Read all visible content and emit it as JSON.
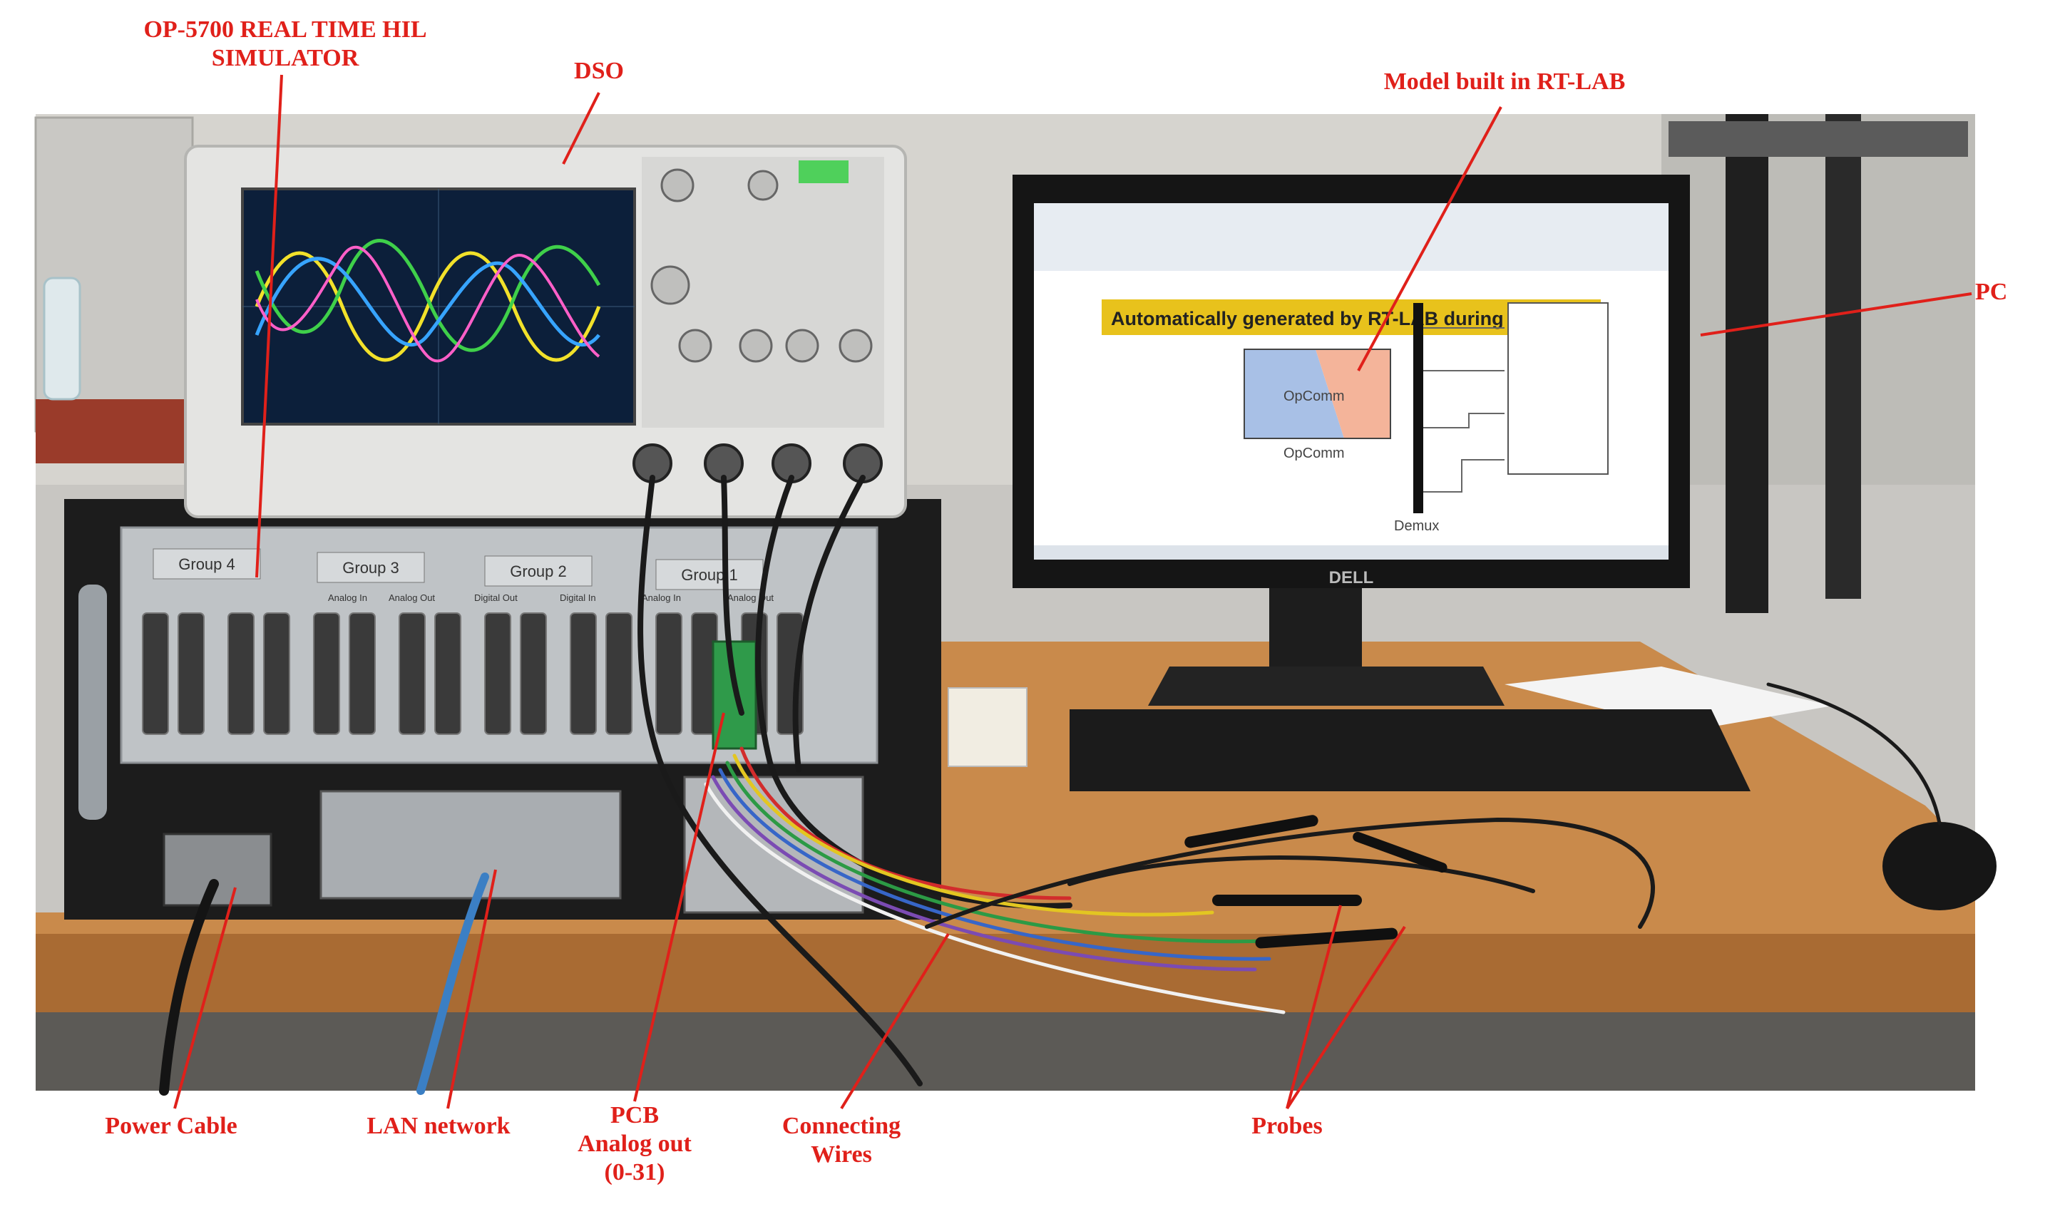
{
  "labels": {
    "op5700": "OP-5700 REAL TIME HIL\nSIMULATOR",
    "dso": "DSO",
    "model": "Model built in RT-LAB",
    "pc": "PC",
    "power_cable": "Power Cable",
    "lan_network": "LAN network",
    "pcb": "PCB\nAnalog out\n(0-31)",
    "connecting_wires": "Connecting\nWires",
    "probes": "Probes"
  },
  "simulator_panel": {
    "groups": [
      "Group 4",
      "Group 3",
      "Group 2",
      "Group 1"
    ],
    "slot_labels": [
      "Analog In",
      "Analog Out",
      "Digital Out",
      "Digital In",
      "Analog In",
      "Analog Out"
    ]
  },
  "monitor_screen": {
    "banner": "Automatically generated by RT-LAB during co",
    "block_name": "OpComm",
    "block_caption": "OpComm",
    "demux_label": "Demux"
  },
  "monitor_brand": "DELL",
  "colors": {
    "annotation": "#e0201a",
    "wood": "#c98a4b",
    "chassis": "#1c1c1c",
    "panel": "#bfc3c6",
    "scope_body": "#e4e4e2",
    "scope_screen": "#0c1f3a",
    "banner": "#e8c21c"
  }
}
